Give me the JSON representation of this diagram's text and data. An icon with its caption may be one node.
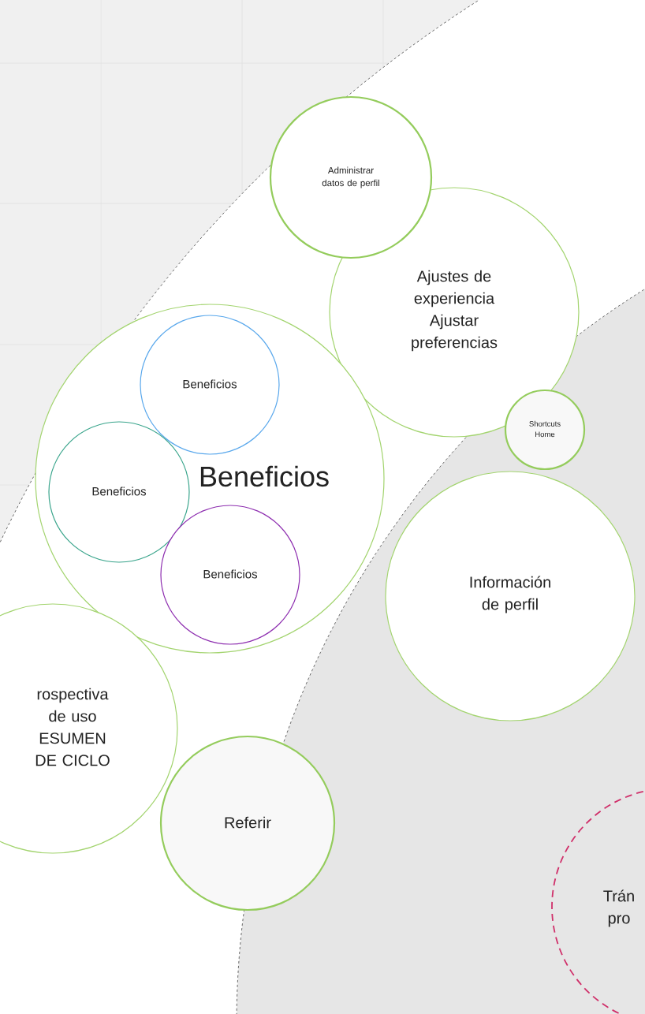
{
  "diagram": {
    "nodes": [
      {
        "text": [
          "Administrar datos de perfil"
        ]
      },
      {
        "text": [
          "Ajustes de experiencia",
          "Ajustar preferencias"
        ]
      },
      {
        "text": [
          "Beneficios"
        ]
      },
      {
        "text": [
          "Beneficios"
        ],
        "in": 2
      },
      {
        "text": [
          "Beneficios"
        ],
        "in": 2
      },
      {
        "text": [
          "Beneficios"
        ],
        "in": 2
      },
      {
        "text": [
          "Shortcuts Home"
        ]
      },
      {
        "text": [
          "Información de perfil"
        ]
      },
      {
        "text": [
          "rospectiva de uso",
          "ESUMEN DE CICLO"
        ]
      },
      {
        "text": [
          "Referir"
        ]
      },
      {
        "text": [
          "Trán pro"
        ]
      }
    ]
  }
}
